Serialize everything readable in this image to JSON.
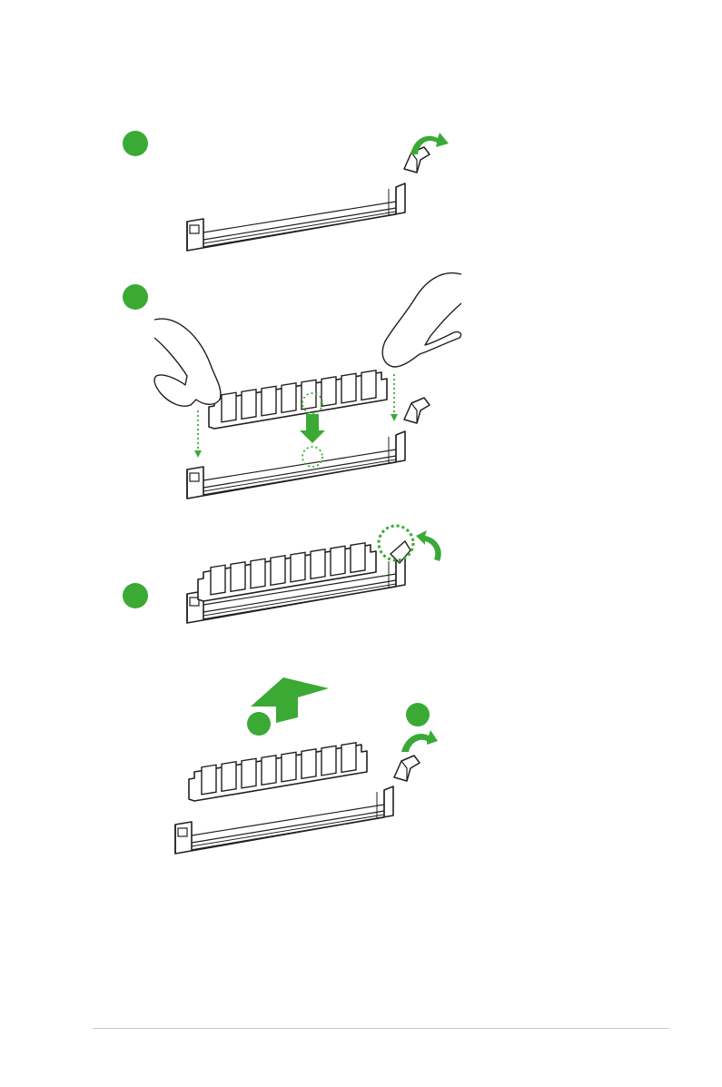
{
  "colors": {
    "accent_green": "#3aaa35",
    "line": "#231f20",
    "rule": "#c8c8c8"
  },
  "steps": [
    {
      "name": "step-1",
      "action": "open-latch"
    },
    {
      "name": "step-2",
      "action": "align-and-insert-module"
    },
    {
      "name": "step-3",
      "action": "latch-closes"
    },
    {
      "name": "removal",
      "action": "open-latch-and-lift-module"
    }
  ],
  "icons": [
    "step-bullet-icon",
    "curved-arrow-icon",
    "down-arrow-icon",
    "up-arrow-icon",
    "notch-highlight-icon",
    "hand-icon"
  ]
}
